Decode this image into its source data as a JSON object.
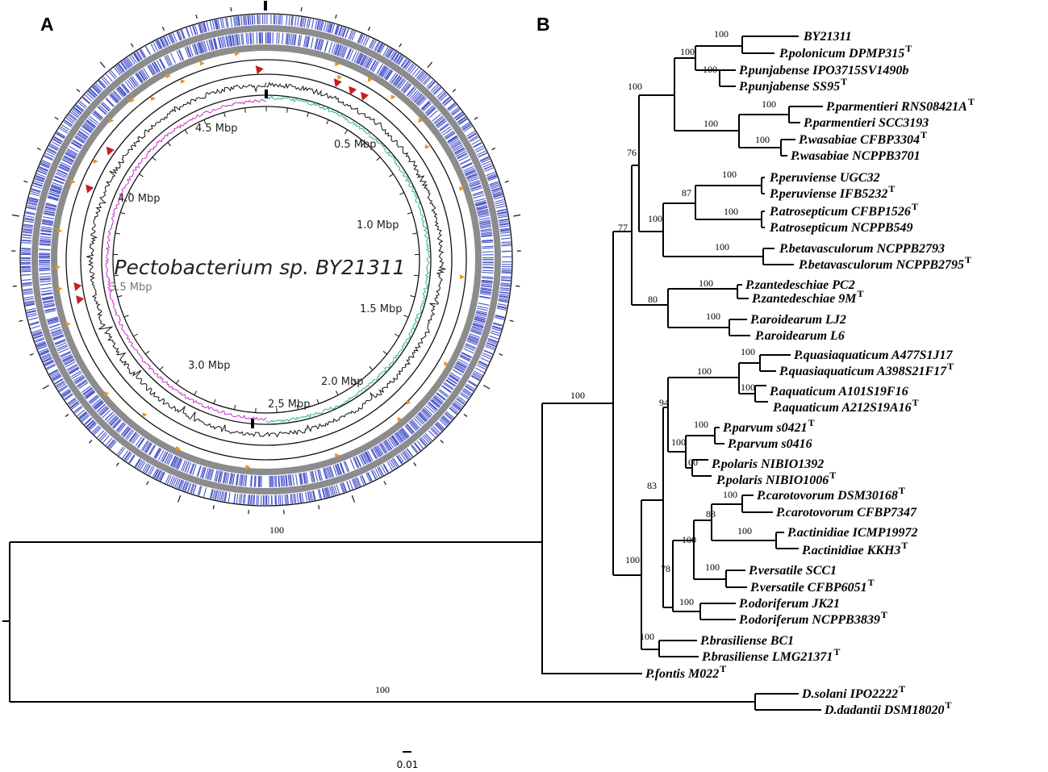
{
  "panels": {
    "a_letter": "A",
    "b_letter": "B"
  },
  "genome_map": {
    "title": "Pectobacterium sp. BY21311",
    "scale_labels": [
      "0.5 Mbp",
      "1.0 Mbp",
      "1.5 Mbp",
      "2.0 Mbp",
      "2.5 Mbp",
      "3.0 Mbp",
      "3.5 Mbp",
      "4.0 Mbp",
      "4.5 Mbp"
    ],
    "colors": {
      "cds": "#4a55c8",
      "backbone": "#8c8c8c",
      "rrna": "#e8961c",
      "trna": "#c81e1e",
      "gc_content": "#111111",
      "gc_skew_positive": "#2bb59a",
      "gc_skew_negative": "#cc33cc"
    }
  },
  "tree": {
    "scale_bar_label": "0.01",
    "taxa": [
      {
        "id": "by21311",
        "name": "BY21311",
        "sup": ""
      },
      {
        "id": "polonicum",
        "name": "P.polonicum DPMP315",
        "sup": "T"
      },
      {
        "id": "punj1",
        "name": "P.punjabense IPO3715SV1490b",
        "sup": ""
      },
      {
        "id": "punj2",
        "name": "P.punjabense SS95",
        "sup": "T"
      },
      {
        "id": "parm1",
        "name": "P.parmentieri RNS08421A",
        "sup": "T"
      },
      {
        "id": "parm2",
        "name": "P.parmentieri SCC3193",
        "sup": ""
      },
      {
        "id": "wasa1",
        "name": "P.wasabiae CFBP3304",
        "sup": "T"
      },
      {
        "id": "wasa2",
        "name": "P.wasabiae NCPPB3701",
        "sup": ""
      },
      {
        "id": "peru1",
        "name": "P.peruviense UGC32",
        "sup": ""
      },
      {
        "id": "peru2",
        "name": "P.peruviense IFB5232",
        "sup": "T"
      },
      {
        "id": "atro1",
        "name": "P.atrosepticum CFBP1526",
        "sup": "T"
      },
      {
        "id": "atro2",
        "name": "P.atrosepticum NCPPB549",
        "sup": ""
      },
      {
        "id": "beta1",
        "name": "P.betavasculorum NCPPB2793",
        "sup": ""
      },
      {
        "id": "beta2",
        "name": "P.betavasculorum NCPPB2795",
        "sup": "T"
      },
      {
        "id": "zant1",
        "name": "P.zantedeschiae PC2",
        "sup": ""
      },
      {
        "id": "zant2",
        "name": "P.zantedeschiae 9M",
        "sup": "T"
      },
      {
        "id": "aroi1",
        "name": "P.aroidearum LJ2",
        "sup": ""
      },
      {
        "id": "aroi2",
        "name": "P.aroidearum L6",
        "sup": ""
      },
      {
        "id": "quas1",
        "name": "P.quasiaquaticum A477S1J17",
        "sup": ""
      },
      {
        "id": "quas2",
        "name": "P.quasiaquaticum A398S21F17",
        "sup": "T"
      },
      {
        "id": "aqua1",
        "name": "P.aquaticum A101S19F16",
        "sup": ""
      },
      {
        "id": "aqua2",
        "name": "P.aquaticum A212S19A16",
        "sup": "T"
      },
      {
        "id": "parv1",
        "name": "P.parvum s0421",
        "sup": "T"
      },
      {
        "id": "parv2",
        "name": "P.parvum s0416",
        "sup": ""
      },
      {
        "id": "pola1",
        "name": "P.polaris NIBIO1392",
        "sup": ""
      },
      {
        "id": "pola2",
        "name": "P.polaris NIBIO1006",
        "sup": "T"
      },
      {
        "id": "caro1",
        "name": "P.carotovorum DSM30168",
        "sup": "T"
      },
      {
        "id": "caro2",
        "name": "P.carotovorum CFBP7347",
        "sup": ""
      },
      {
        "id": "acti1",
        "name": "P.actinidiae ICMP19972",
        "sup": ""
      },
      {
        "id": "acti2",
        "name": "P.actinidiae KKH3",
        "sup": "T"
      },
      {
        "id": "vers1",
        "name": "P.versatile SCC1",
        "sup": ""
      },
      {
        "id": "vers2",
        "name": "P.versatile CFBP6051",
        "sup": "T"
      },
      {
        "id": "odor1",
        "name": "P.odoriferum JK21",
        "sup": ""
      },
      {
        "id": "odor2",
        "name": "P.odoriferum NCPPB3839",
        "sup": "T"
      },
      {
        "id": "bras1",
        "name": "P.brasiliense BC1",
        "sup": ""
      },
      {
        "id": "bras2",
        "name": "P.brasiliense LMG21371",
        "sup": "T"
      },
      {
        "id": "font",
        "name": "P.fontis M022",
        "sup": "T"
      },
      {
        "id": "dsol",
        "name": "D.solani IPO2222",
        "sup": "T"
      },
      {
        "id": "ddad",
        "name": "D.dadantii DSM18020",
        "sup": "T"
      }
    ],
    "bootstrap_values": [
      {
        "id": "n1",
        "value": "100"
      },
      {
        "id": "n2",
        "value": "100"
      },
      {
        "id": "n3",
        "value": "100"
      },
      {
        "id": "n4",
        "value": "100"
      },
      {
        "id": "n5",
        "value": "100"
      },
      {
        "id": "n6",
        "value": "100"
      },
      {
        "id": "n7",
        "value": "100"
      },
      {
        "id": "n8",
        "value": "76"
      },
      {
        "id": "n9",
        "value": "100"
      },
      {
        "id": "n10",
        "value": "100"
      },
      {
        "id": "n11",
        "value": "87"
      },
      {
        "id": "n12",
        "value": "100"
      },
      {
        "id": "n13",
        "value": "100"
      },
      {
        "id": "n14",
        "value": "77"
      },
      {
        "id": "n15",
        "value": "100"
      },
      {
        "id": "n16",
        "value": "100"
      },
      {
        "id": "n17",
        "value": "80"
      },
      {
        "id": "n18",
        "value": "100"
      },
      {
        "id": "n19",
        "value": "100"
      },
      {
        "id": "n20",
        "value": "100"
      },
      {
        "id": "n21",
        "value": "94"
      },
      {
        "id": "n22",
        "value": "100"
      },
      {
        "id": "n23",
        "value": "100"
      },
      {
        "id": "n24",
        "value": "100"
      },
      {
        "id": "n25",
        "value": "83"
      },
      {
        "id": "n26",
        "value": "83"
      },
      {
        "id": "n27",
        "value": "100"
      },
      {
        "id": "n28",
        "value": "100"
      },
      {
        "id": "n29",
        "value": "100"
      },
      {
        "id": "n30",
        "value": "100"
      },
      {
        "id": "n31",
        "value": "78"
      },
      {
        "id": "n32",
        "value": "100"
      },
      {
        "id": "n33",
        "value": "100"
      },
      {
        "id": "n34",
        "value": "100"
      },
      {
        "id": "n35",
        "value": "100"
      },
      {
        "id": "n36",
        "value": "100"
      },
      {
        "id": "n37",
        "value": "100"
      }
    ]
  }
}
